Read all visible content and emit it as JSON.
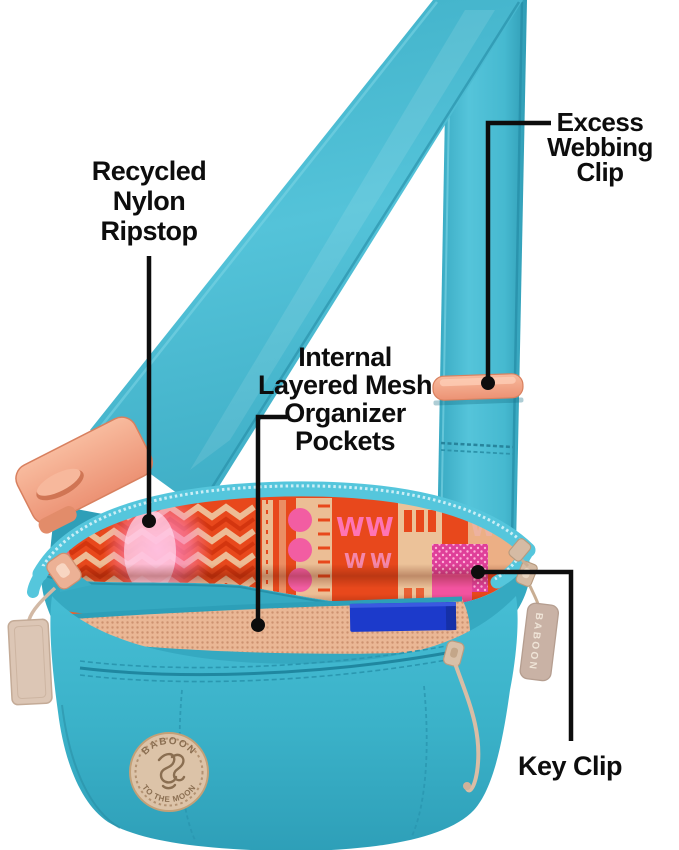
{
  "page": {
    "background": "#ffffff",
    "type": "annotated product feature diagram",
    "product": "open fanny pack / sling bag with shoulder strap"
  },
  "callouts": {
    "ripstop": {
      "label": "Recycled\nNylon\nRipstop"
    },
    "webbing_clip": {
      "label": "Excess\nWebbing Clip"
    },
    "mesh_pockets": {
      "label": "Internal\nLayered Mesh\nOrganizer\nPockets"
    },
    "key_clip": {
      "label": "Key Clip"
    }
  },
  "product": {
    "hang_tag_text": "BABOON",
    "patch_text_top": "BABOON",
    "patch_text_bottom": "TO THE MOON",
    "colors": {
      "bag_teal": "#3eb5cc",
      "strap_teal": "#47bcd3",
      "rim_teal": "#55c6dc",
      "peach_accent": "#f09e83",
      "interior_orange": "#e8481c",
      "interior_pink": "#f0559b",
      "interior_cream": "#ecc9a0",
      "interior_magenta": "#e0409a",
      "mesh_peach": "#e9b394",
      "card_blue": "#1c3acb",
      "tan_hardware": "#d9c0ac",
      "patch_tan": "#dcc3a8",
      "callout_black": "#0d0d0d"
    }
  }
}
